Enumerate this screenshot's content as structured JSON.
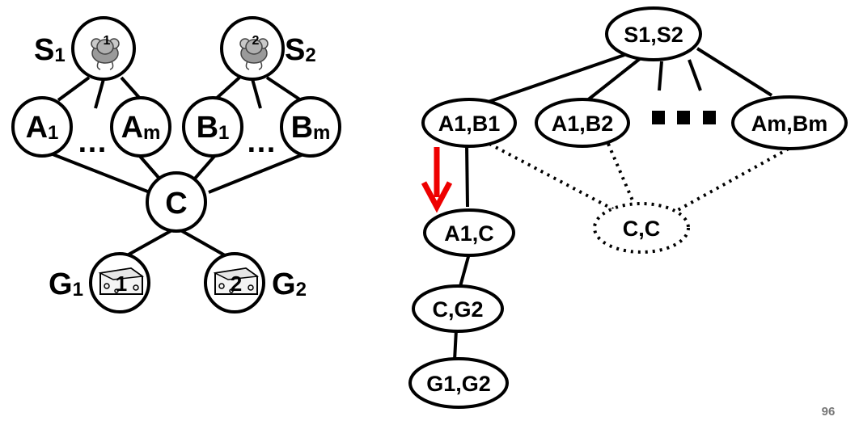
{
  "left_graph": {
    "s1": {
      "main": "S",
      "sub": "1",
      "icon_number": "1",
      "icon": "mouse-icon"
    },
    "s2": {
      "main": "S",
      "sub": "2",
      "icon_number": "2",
      "icon": "mouse-icon"
    },
    "a1": {
      "main": "A",
      "sub": "1"
    },
    "am": {
      "main": "A",
      "sub": "m"
    },
    "b1": {
      "main": "B",
      "sub": "1"
    },
    "bm": {
      "main": "B",
      "sub": "m"
    },
    "ellipsis": "…",
    "c": "C",
    "g1": {
      "main": "G",
      "sub": "1",
      "icon_number": "1",
      "icon": "cheese-icon"
    },
    "g2": {
      "main": "G",
      "sub": "2",
      "icon_number": "2",
      "icon": "cheese-icon"
    }
  },
  "right_graph": {
    "root": "S1,S2",
    "a1b1": "A1,B1",
    "a1b2": "A1,B2",
    "ambm": "Am,Bm",
    "a1c": "A1,C",
    "cc": "C,C",
    "cg2": "C,G2",
    "g1g2": "G1,G2",
    "arrow_color": "#ee0000"
  },
  "page_number": "96"
}
